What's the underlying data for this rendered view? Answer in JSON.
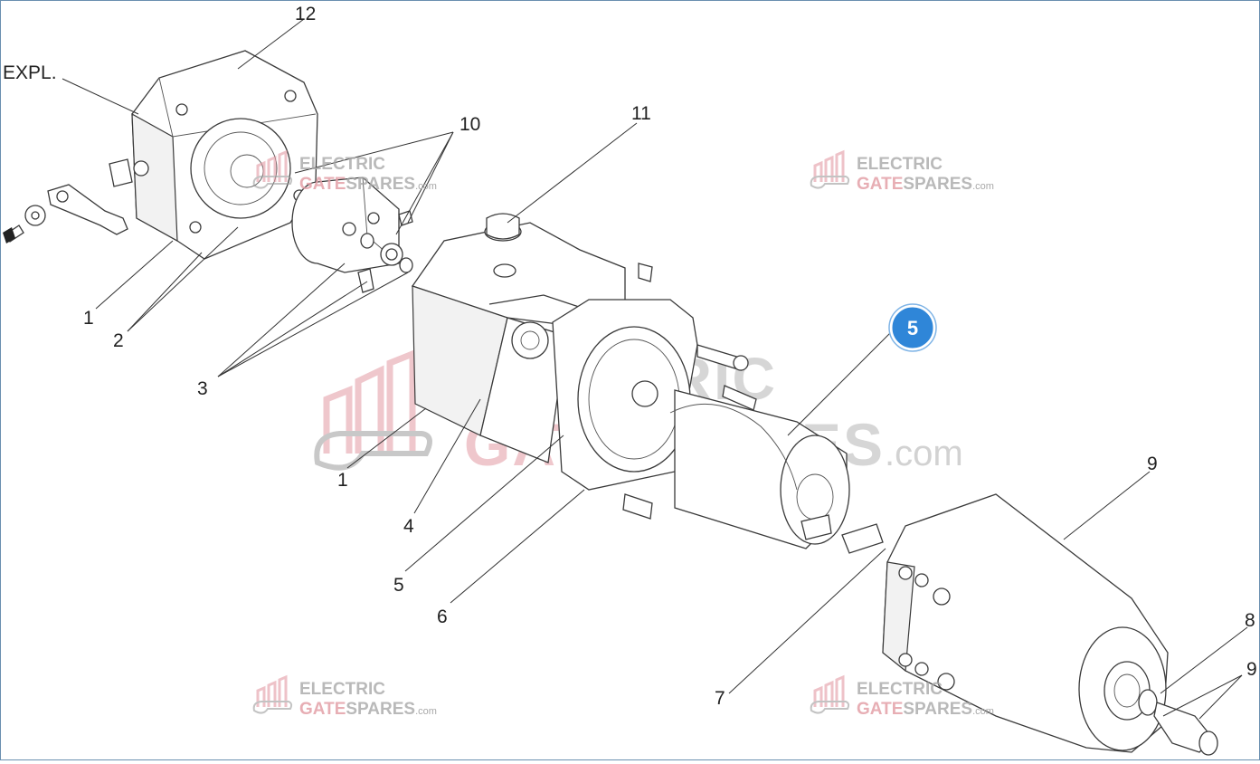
{
  "callouts": {
    "expl": "EXPL.",
    "c12": "12",
    "c10": "10",
    "c11": "11",
    "c1a": "1",
    "c2": "2",
    "c3": "3",
    "c1b": "1",
    "c4": "4",
    "c5": "5",
    "c6": "6",
    "c7": "7",
    "c9a": "9",
    "c8": "8",
    "c9b": "9"
  },
  "badge": {
    "label": "5",
    "color": "#2f86d8"
  },
  "watermark": {
    "line1": "ELECTRIC",
    "line2_red": "GATE",
    "line2_grey": "SPARES",
    "suffix": ".com"
  }
}
